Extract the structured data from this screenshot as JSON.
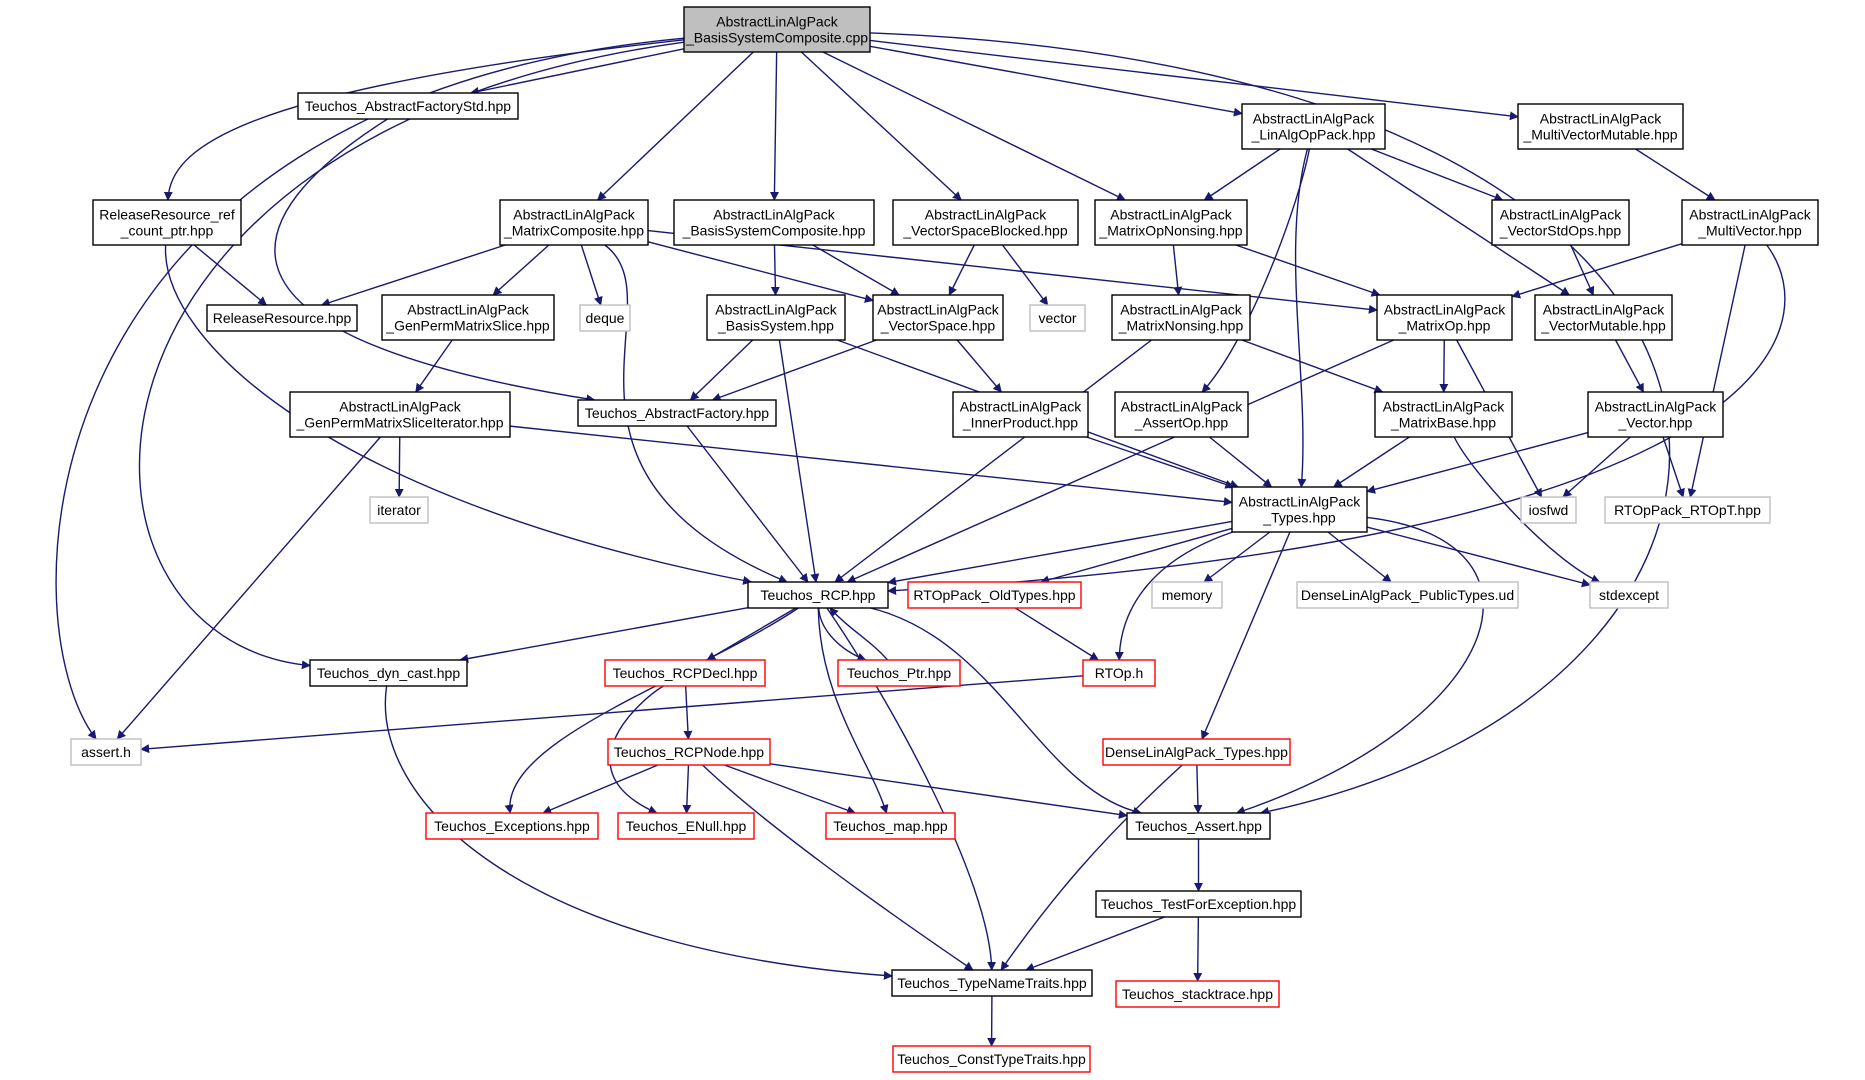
{
  "diagram": {
    "colors": {
      "edge": "#191970",
      "root_fill": "#bfbfbf",
      "normal_border": "#000000",
      "missing_border": "#ff0000",
      "system_border": "#bfbfbf"
    },
    "nodes": [
      {
        "id": "root",
        "lines": [
          "AbstractLinAlgPack",
          "_BasisSystemComposite.cpp"
        ],
        "kind": "root"
      },
      {
        "id": "tafstd",
        "lines": [
          "Teuchos_AbstractFactoryStd.hpp"
        ],
        "kind": "normal"
      },
      {
        "id": "linalgop",
        "lines": [
          "AbstractLinAlgPack",
          "_LinAlgOpPack.hpp"
        ],
        "kind": "normal"
      },
      {
        "id": "mvmut",
        "lines": [
          "AbstractLinAlgPack",
          "_MultiVectorMutable.hpp"
        ],
        "kind": "normal"
      },
      {
        "id": "relref",
        "lines": [
          "ReleaseResource_ref",
          "_count_ptr.hpp"
        ],
        "kind": "normal"
      },
      {
        "id": "matcomp",
        "lines": [
          "AbstractLinAlgPack",
          "_MatrixComposite.hpp"
        ],
        "kind": "normal"
      },
      {
        "id": "bscomp",
        "lines": [
          "AbstractLinAlgPack",
          "_BasisSystemComposite.hpp"
        ],
        "kind": "normal"
      },
      {
        "id": "vsblk",
        "lines": [
          "AbstractLinAlgPack",
          "_VectorSpaceBlocked.hpp"
        ],
        "kind": "normal"
      },
      {
        "id": "opnons",
        "lines": [
          "AbstractLinAlgPack",
          "_MatrixOpNonsing.hpp"
        ],
        "kind": "normal"
      },
      {
        "id": "vstdops",
        "lines": [
          "AbstractLinAlgPack",
          "_VectorStdOps.hpp"
        ],
        "kind": "normal"
      },
      {
        "id": "multivec",
        "lines": [
          "AbstractLinAlgPack",
          "_MultiVector.hpp"
        ],
        "kind": "normal"
      },
      {
        "id": "relres",
        "lines": [
          "ReleaseResource.hpp"
        ],
        "kind": "normal"
      },
      {
        "id": "gpms",
        "lines": [
          "AbstractLinAlgPack",
          "_GenPermMatrixSlice.hpp"
        ],
        "kind": "normal"
      },
      {
        "id": "deque",
        "lines": [
          "deque"
        ],
        "kind": "system"
      },
      {
        "id": "bsys",
        "lines": [
          "AbstractLinAlgPack",
          "_BasisSystem.hpp"
        ],
        "kind": "normal"
      },
      {
        "id": "vspace",
        "lines": [
          "AbstractLinAlgPack",
          "_VectorSpace.hpp"
        ],
        "kind": "normal"
      },
      {
        "id": "vector",
        "lines": [
          "vector"
        ],
        "kind": "system"
      },
      {
        "id": "matnons",
        "lines": [
          "AbstractLinAlgPack",
          "_MatrixNonsing.hpp"
        ],
        "kind": "normal"
      },
      {
        "id": "matop",
        "lines": [
          "AbstractLinAlgPack",
          "_MatrixOp.hpp"
        ],
        "kind": "normal"
      },
      {
        "id": "vmut",
        "lines": [
          "AbstractLinAlgPack",
          "_VectorMutable.hpp"
        ],
        "kind": "normal"
      },
      {
        "id": "gpmsi",
        "lines": [
          "AbstractLinAlgPack",
          "_GenPermMatrixSliceIterator.hpp"
        ],
        "kind": "normal"
      },
      {
        "id": "taf",
        "lines": [
          "Teuchos_AbstractFactory.hpp"
        ],
        "kind": "normal"
      },
      {
        "id": "innprod",
        "lines": [
          "AbstractLinAlgPack",
          "_InnerProduct.hpp"
        ],
        "kind": "normal"
      },
      {
        "id": "assertop",
        "lines": [
          "AbstractLinAlgPack",
          "_AssertOp.hpp"
        ],
        "kind": "normal"
      },
      {
        "id": "matbase",
        "lines": [
          "AbstractLinAlgPack",
          "_MatrixBase.hpp"
        ],
        "kind": "normal"
      },
      {
        "id": "vec",
        "lines": [
          "AbstractLinAlgPack",
          "_Vector.hpp"
        ],
        "kind": "normal"
      },
      {
        "id": "iterator",
        "lines": [
          "iterator"
        ],
        "kind": "system"
      },
      {
        "id": "types",
        "lines": [
          "AbstractLinAlgPack",
          "_Types.hpp"
        ],
        "kind": "normal"
      },
      {
        "id": "iosfwd",
        "lines": [
          "iosfwd"
        ],
        "kind": "system"
      },
      {
        "id": "rtopt",
        "lines": [
          "RTOpPack_RTOpT.hpp"
        ],
        "kind": "system"
      },
      {
        "id": "rcp",
        "lines": [
          "Teuchos_RCP.hpp"
        ],
        "kind": "normal"
      },
      {
        "id": "oldtypes",
        "lines": [
          "RTOpPack_OldTypes.hpp"
        ],
        "kind": "missing"
      },
      {
        "id": "memory",
        "lines": [
          "memory"
        ],
        "kind": "system"
      },
      {
        "id": "dlapub",
        "lines": [
          "DenseLinAlgPack_PublicTypes.ud"
        ],
        "kind": "system"
      },
      {
        "id": "stdexcept",
        "lines": [
          "stdexcept"
        ],
        "kind": "system"
      },
      {
        "id": "dyncast",
        "lines": [
          "Teuchos_dyn_cast.hpp"
        ],
        "kind": "normal"
      },
      {
        "id": "rcpdecl",
        "lines": [
          "Teuchos_RCPDecl.hpp"
        ],
        "kind": "missing"
      },
      {
        "id": "ptr",
        "lines": [
          "Teuchos_Ptr.hpp"
        ],
        "kind": "missing"
      },
      {
        "id": "rtoph",
        "lines": [
          "RTOp.h"
        ],
        "kind": "missing"
      },
      {
        "id": "asserth",
        "lines": [
          "assert.h"
        ],
        "kind": "system"
      },
      {
        "id": "rcpnode",
        "lines": [
          "Teuchos_RCPNode.hpp"
        ],
        "kind": "missing"
      },
      {
        "id": "dlatypes",
        "lines": [
          "DenseLinAlgPack_Types.hpp"
        ],
        "kind": "missing"
      },
      {
        "id": "exceptions",
        "lines": [
          "Teuchos_Exceptions.hpp"
        ],
        "kind": "missing"
      },
      {
        "id": "enull",
        "lines": [
          "Teuchos_ENull.hpp"
        ],
        "kind": "missing"
      },
      {
        "id": "map",
        "lines": [
          "Teuchos_map.hpp"
        ],
        "kind": "missing"
      },
      {
        "id": "tassert",
        "lines": [
          "Teuchos_Assert.hpp"
        ],
        "kind": "normal"
      },
      {
        "id": "tfe",
        "lines": [
          "Teuchos_TestForException.hpp"
        ],
        "kind": "normal"
      },
      {
        "id": "typename",
        "lines": [
          "Teuchos_TypeNameTraits.hpp"
        ],
        "kind": "normal"
      },
      {
        "id": "stacktrace",
        "lines": [
          "Teuchos_stacktrace.hpp"
        ],
        "kind": "missing"
      },
      {
        "id": "consttype",
        "lines": [
          "Teuchos_ConstTypeTraits.hpp"
        ],
        "kind": "missing"
      }
    ],
    "edges": [
      [
        "root",
        "tafstd"
      ],
      [
        "root",
        "linalgop"
      ],
      [
        "root",
        "mvmut"
      ],
      [
        "root",
        "relref"
      ],
      [
        "root",
        "matcomp"
      ],
      [
        "root",
        "bscomp"
      ],
      [
        "root",
        "vsblk"
      ],
      [
        "root",
        "opnons"
      ],
      [
        "root",
        "asserth"
      ],
      [
        "root",
        "dyncast"
      ],
      [
        "root",
        "tassert"
      ],
      [
        "tafstd",
        "taf"
      ],
      [
        "relref",
        "relres"
      ],
      [
        "relref",
        "rcp"
      ],
      [
        "matcomp",
        "relres"
      ],
      [
        "matcomp",
        "gpms"
      ],
      [
        "matcomp",
        "deque"
      ],
      [
        "matcomp",
        "vspace"
      ],
      [
        "matcomp",
        "matop"
      ],
      [
        "matcomp",
        "rcp"
      ],
      [
        "bscomp",
        "bsys"
      ],
      [
        "bscomp",
        "vspace"
      ],
      [
        "vsblk",
        "vspace"
      ],
      [
        "vsblk",
        "vector"
      ],
      [
        "linalgop",
        "opnons"
      ],
      [
        "linalgop",
        "vstdops"
      ],
      [
        "linalgop",
        "vmut"
      ],
      [
        "linalgop",
        "types"
      ],
      [
        "linalgop",
        "assertop"
      ],
      [
        "mvmut",
        "multivec"
      ],
      [
        "multivec",
        "matop"
      ],
      [
        "multivec",
        "rtopt"
      ],
      [
        "multivec",
        "rcp"
      ],
      [
        "opnons",
        "matnons"
      ],
      [
        "opnons",
        "matop"
      ],
      [
        "vstdops",
        "vmut"
      ],
      [
        "gpms",
        "gpmsi"
      ],
      [
        "gpmsi",
        "iterator"
      ],
      [
        "gpmsi",
        "types"
      ],
      [
        "gpmsi",
        "asserth"
      ],
      [
        "bsys",
        "taf"
      ],
      [
        "bsys",
        "rcp"
      ],
      [
        "bsys",
        "types"
      ],
      [
        "vspace",
        "taf"
      ],
      [
        "vspace",
        "innprod"
      ],
      [
        "matnons",
        "matbase"
      ],
      [
        "matnons",
        "rcp"
      ],
      [
        "matop",
        "matbase"
      ],
      [
        "matop",
        "iosfwd"
      ],
      [
        "matop",
        "rcp"
      ],
      [
        "vmut",
        "vec"
      ],
      [
        "taf",
        "rcp"
      ],
      [
        "innprod",
        "types"
      ],
      [
        "assertop",
        "types"
      ],
      [
        "matbase",
        "types"
      ],
      [
        "matbase",
        "stdexcept"
      ],
      [
        "vec",
        "types"
      ],
      [
        "vec",
        "iosfwd"
      ],
      [
        "vec",
        "rtopt"
      ],
      [
        "types",
        "rcp"
      ],
      [
        "types",
        "oldtypes"
      ],
      [
        "types",
        "memory"
      ],
      [
        "types",
        "dlapub"
      ],
      [
        "types",
        "stdexcept"
      ],
      [
        "types",
        "rtoph"
      ],
      [
        "types",
        "dlatypes"
      ],
      [
        "types",
        "tassert"
      ],
      [
        "oldtypes",
        "rtoph"
      ],
      [
        "rtoph",
        "asserth"
      ],
      [
        "rcp",
        "dyncast"
      ],
      [
        "rcp",
        "rcpdecl"
      ],
      [
        "rcp",
        "ptr"
      ],
      [
        "rcp",
        "exceptions"
      ],
      [
        "rcp",
        "map"
      ],
      [
        "rcp",
        "tassert"
      ],
      [
        "rcp",
        "typename"
      ],
      [
        "ptr",
        "rcp"
      ],
      [
        "rcpdecl",
        "rcpnode"
      ],
      [
        "rcpdecl",
        "enull"
      ],
      [
        "rcpnode",
        "exceptions"
      ],
      [
        "rcpnode",
        "enull"
      ],
      [
        "rcpnode",
        "map"
      ],
      [
        "rcpnode",
        "tassert"
      ],
      [
        "rcpnode",
        "typename"
      ],
      [
        "dyncast",
        "typename"
      ],
      [
        "dlatypes",
        "tassert"
      ],
      [
        "dlatypes",
        "typename"
      ],
      [
        "tassert",
        "tfe"
      ],
      [
        "tfe",
        "typename"
      ],
      [
        "tfe",
        "stacktrace"
      ],
      [
        "typename",
        "consttype"
      ]
    ]
  }
}
